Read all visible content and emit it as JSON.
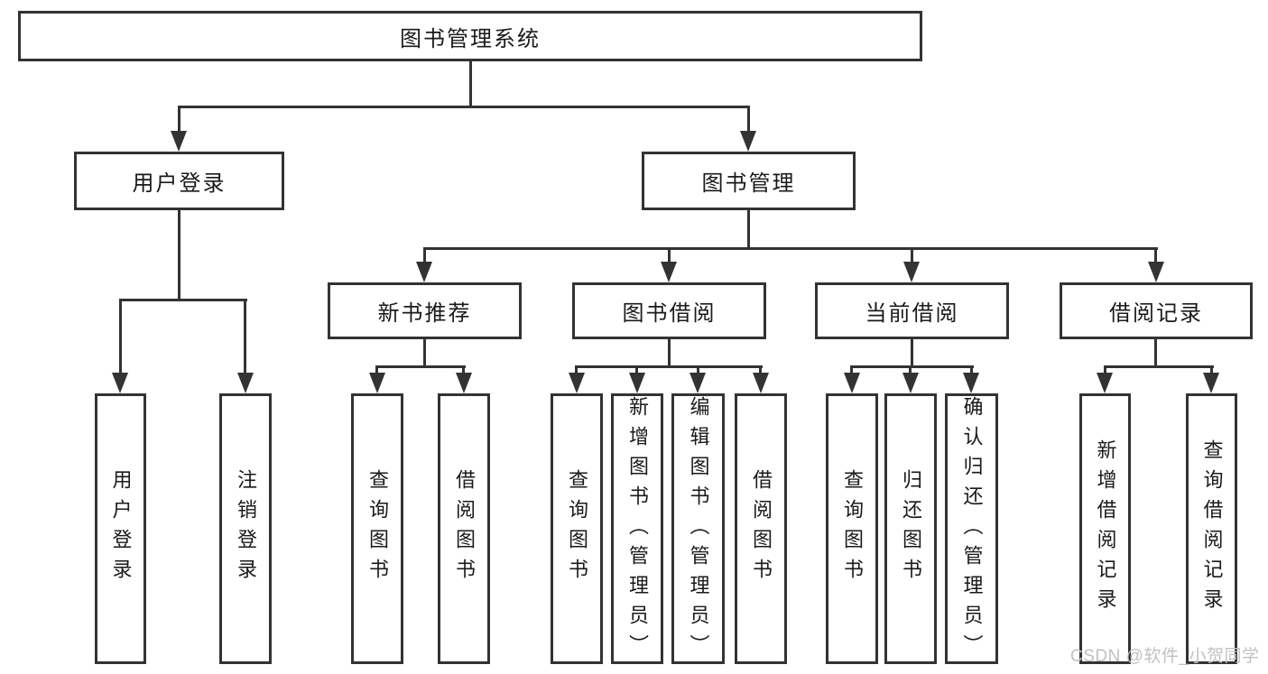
{
  "tree": {
    "label": "图书管理系统",
    "children": [
      {
        "label": "用户登录",
        "children": [
          {
            "label": "用户登录"
          },
          {
            "label": "注销登录"
          }
        ]
      },
      {
        "label": "图书管理",
        "children": [
          {
            "label": "新书推荐",
            "children": [
              {
                "label": "查询图书"
              },
              {
                "label": "借阅图书"
              }
            ]
          },
          {
            "label": "图书借阅",
            "children": [
              {
                "label": "查询图书"
              },
              {
                "label": "新增图书（管理员）"
              },
              {
                "label": "编辑图书（管理员）"
              },
              {
                "label": "借阅图书"
              }
            ]
          },
          {
            "label": "当前借阅",
            "children": [
              {
                "label": "查询图书"
              },
              {
                "label": "归还图书"
              },
              {
                "label": "确认归还（管理员）"
              }
            ]
          },
          {
            "label": "借阅记录",
            "children": [
              {
                "label": "新增借阅记录"
              },
              {
                "label": "查询借阅记录"
              }
            ]
          }
        ]
      }
    ]
  },
  "watermark": {
    "text": "CSDN @软件_小贺同学"
  },
  "colors": {
    "line": "#333333",
    "text": "#1a1a1a",
    "watermark": "#c1c1c1",
    "background": "#ffffff"
  }
}
